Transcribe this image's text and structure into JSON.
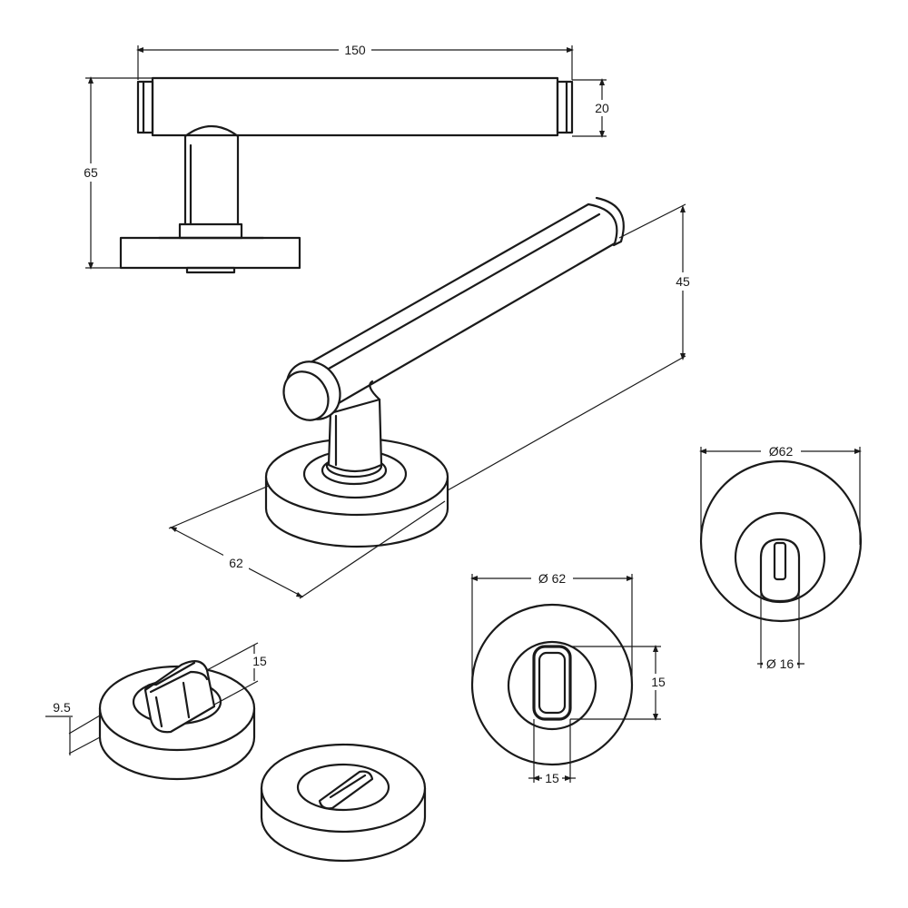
{
  "dimensions": {
    "handle_length": "150",
    "handle_height": "20",
    "overall_projection": "65",
    "iso_lever_height": "45",
    "iso_rose_diameter": "62",
    "turn_height": "15",
    "rose_thickness": "9.5",
    "turn_rose_diameter": "Ø 62",
    "turn_thumb_height": "15",
    "turn_thumb_width": "15",
    "release_rose_diameter": "Ø62",
    "release_slot_diameter": "Ø 16"
  },
  "colors": {
    "line": "#1a1a1a",
    "background": "#ffffff"
  }
}
